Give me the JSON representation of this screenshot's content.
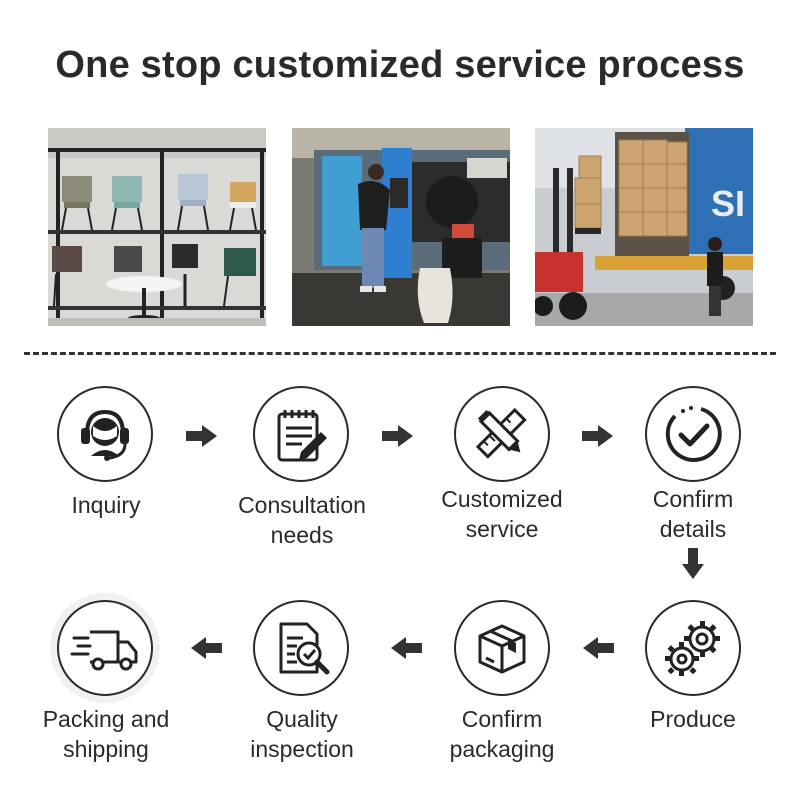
{
  "title": "One stop customized service process",
  "photos": [
    {
      "icon": "chairs-showroom-photo"
    },
    {
      "icon": "injection-molding-factory-photo"
    },
    {
      "icon": "container-loading-photo",
      "visible_text": "SI"
    }
  ],
  "steps": [
    {
      "label_lines": [
        "Inquiry"
      ],
      "icon": "headset-icon"
    },
    {
      "label_lines": [
        "Consultation",
        "needs"
      ],
      "icon": "clipboard-pen-icon"
    },
    {
      "label_lines": [
        "Customized",
        "service"
      ],
      "icon": "ruler-pencil-icon"
    },
    {
      "label_lines": [
        "Confirm",
        "details"
      ],
      "icon": "check-circle-icon"
    },
    {
      "label_lines": [
        "Produce"
      ],
      "icon": "gears-icon"
    },
    {
      "label_lines": [
        "Confirm",
        "packaging"
      ],
      "icon": "package-box-icon"
    },
    {
      "label_lines": [
        "Quality",
        "inspection"
      ],
      "icon": "inspection-document-icon"
    },
    {
      "label_lines": [
        "Packing and",
        "shipping"
      ],
      "icon": "delivery-truck-icon"
    }
  ],
  "colors": {
    "text": "#2a2a2a",
    "arrow": "#333333",
    "container_blue": "#2f6fb5",
    "forklift_red": "#c8322c"
  }
}
